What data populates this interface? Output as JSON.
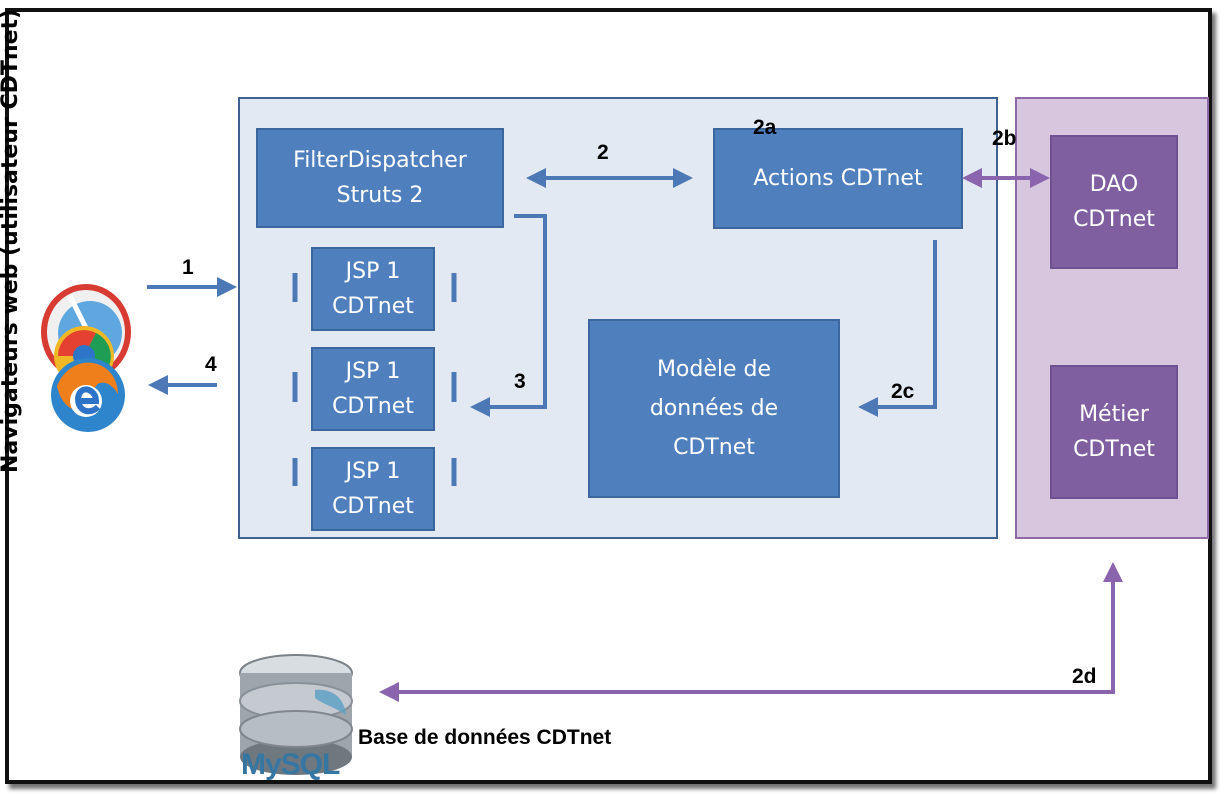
{
  "title": "Navigateurs web (utilisateur CDTnet)",
  "nodes": {
    "filter": "FilterDispatcher\nStruts 2",
    "actions": "Actions CDTnet",
    "dao": "DAO\nCDTnet",
    "metier": "Métier\nCDTnet",
    "jsp1": "JSP 1\nCDTnet",
    "jsp2": "JSP 1\nCDTnet",
    "jsp3": "JSP 1\nCDTnet",
    "model": "Modèle de\ndonnées de\nCDTnet"
  },
  "labels": {
    "step1": "1",
    "step2": "2",
    "step2a": "2a",
    "step2b": "2b",
    "step2c": "2c",
    "step2d": "2d",
    "step3": "3",
    "step4": "4",
    "database": "Base de données CDTnet"
  },
  "logo": {
    "mysql_text": "MySQL"
  },
  "colors": {
    "blue": "#4f7fbd",
    "purple": "#805fa1",
    "blue_arrow": "#4c79b6",
    "purple_arrow": "#8a64ad"
  }
}
